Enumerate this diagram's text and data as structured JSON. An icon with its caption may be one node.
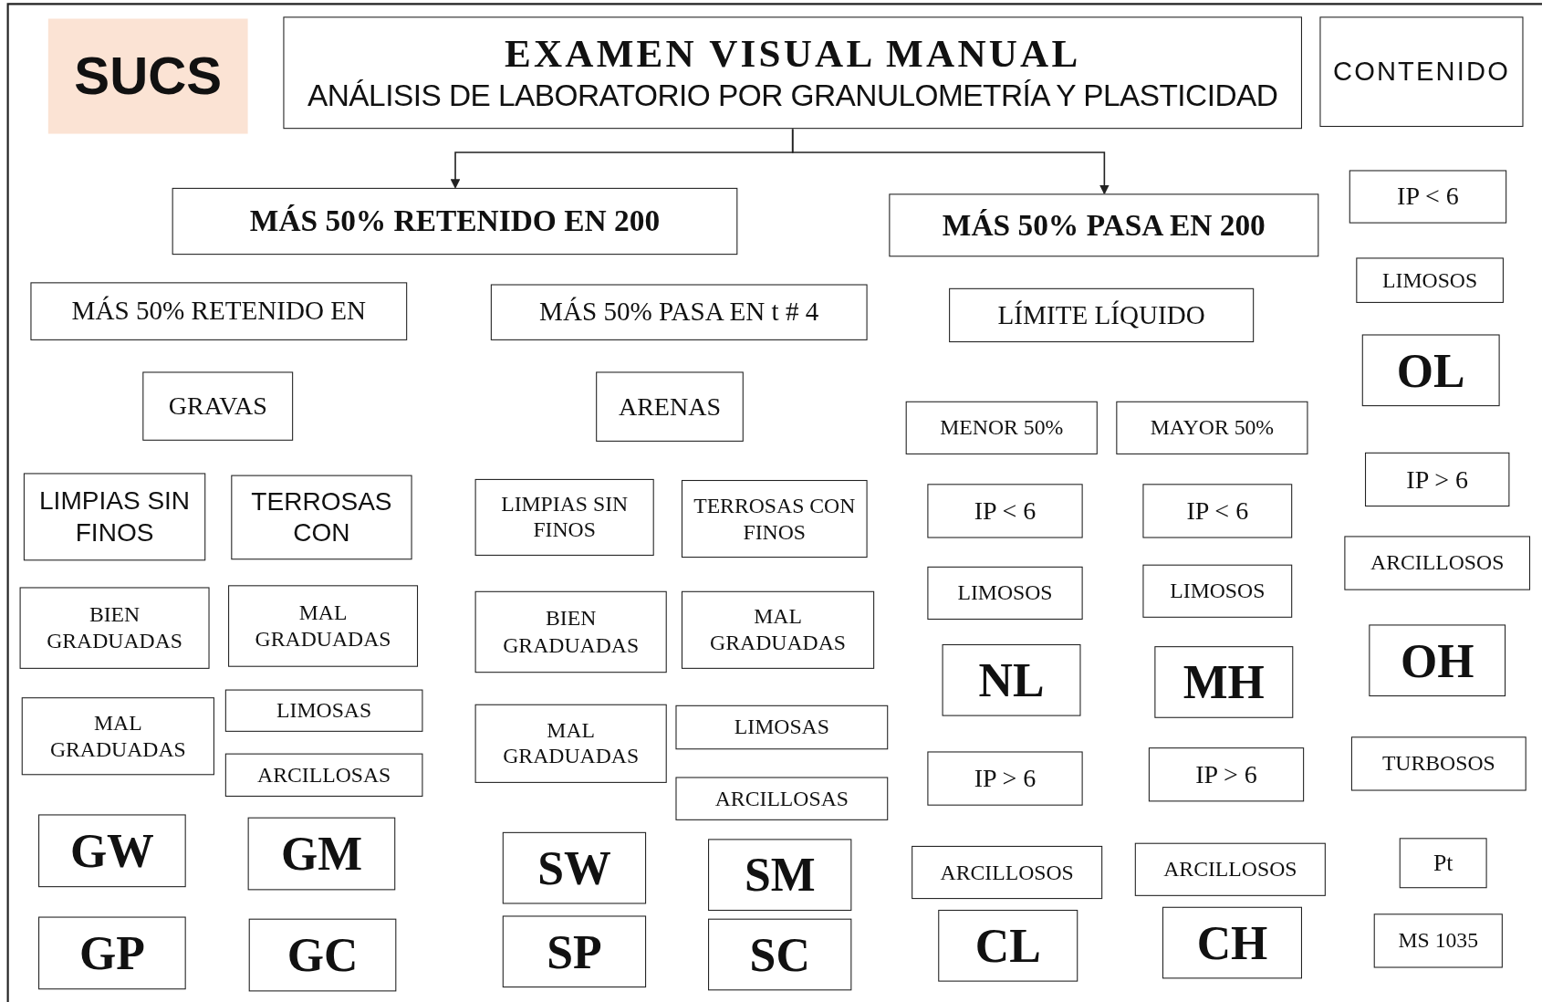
{
  "diagram": {
    "nodes": [
      {
        "text": [
          "SUCS"
        ]
      },
      {
        "text": [
          "EXAMEN VISUAL MANUAL",
          "ANÁLISIS DE LABORATORIO POR GRANULOMETRÍA Y PLASTICIDAD"
        ]
      },
      {
        "text": [
          "CONTENIDO"
        ]
      },
      {
        "text": [
          "MÁS 50% RETENIDO EN 200"
        ]
      },
      {
        "text": [
          "MÁS 50% PASA EN 200"
        ]
      },
      {
        "text": [
          "MÁS 50% RETENIDO EN"
        ]
      },
      {
        "text": [
          "GRAVAS"
        ]
      },
      {
        "text": [
          "LIMPIAS SIN FINOS"
        ]
      },
      {
        "text": [
          "TERROSAS CON"
        ]
      },
      {
        "text": [
          "BIEN GRADUADAS"
        ]
      },
      {
        "text": [
          "MAL GRADUADAS"
        ]
      },
      {
        "text": [
          "MAL GRADUADAS"
        ]
      },
      {
        "text": [
          "LIMOSAS"
        ]
      },
      {
        "text": [
          "ARCILLOSAS"
        ]
      },
      {
        "text": [
          "GW"
        ]
      },
      {
        "text": [
          "GM"
        ]
      },
      {
        "text": [
          "GP"
        ]
      },
      {
        "text": [
          "GC"
        ]
      },
      {
        "text": [
          "MÁS 50% PASA EN t # 4"
        ]
      },
      {
        "text": [
          "ARENAS"
        ]
      },
      {
        "text": [
          "LIMPIAS SIN FINOS"
        ]
      },
      {
        "text": [
          "TERROSAS CON FINOS"
        ]
      },
      {
        "text": [
          "BIEN GRADUADAS"
        ]
      },
      {
        "text": [
          "MAL GRADUADAS"
        ]
      },
      {
        "text": [
          "MAL GRADUADAS"
        ]
      },
      {
        "text": [
          "LIMOSAS"
        ]
      },
      {
        "text": [
          "ARCILLOSAS"
        ]
      },
      {
        "text": [
          "SW"
        ]
      },
      {
        "text": [
          "SM"
        ]
      },
      {
        "text": [
          "SP"
        ]
      },
      {
        "text": [
          "SC"
        ]
      },
      {
        "text": [
          "LÍMITE LÍQUIDO"
        ]
      },
      {
        "text": [
          "MENOR 50%"
        ]
      },
      {
        "text": [
          "MAYOR 50%"
        ]
      },
      {
        "text": [
          "IP < 6"
        ]
      },
      {
        "text": [
          "IP < 6"
        ]
      },
      {
        "text": [
          "LIMOSOS"
        ]
      },
      {
        "text": [
          "LIMOSOS"
        ]
      },
      {
        "text": [
          "NL"
        ]
      },
      {
        "text": [
          "MH"
        ]
      },
      {
        "text": [
          "IP > 6"
        ]
      },
      {
        "text": [
          "IP > 6"
        ]
      },
      {
        "text": [
          "ARCILLOSOS"
        ]
      },
      {
        "text": [
          "ARCILLOSOS"
        ]
      },
      {
        "text": [
          "CL"
        ]
      },
      {
        "text": [
          "CH"
        ]
      },
      {
        "text": [
          "IP < 6"
        ]
      },
      {
        "text": [
          "LIMOSOS"
        ]
      },
      {
        "text": [
          "OL"
        ]
      },
      {
        "text": [
          "IP > 6"
        ]
      },
      {
        "text": [
          "ARCILLOSOS"
        ]
      },
      {
        "text": [
          "OH"
        ]
      },
      {
        "text": [
          "TURBOSOS"
        ]
      },
      {
        "text": [
          "Pt"
        ]
      },
      {
        "text": [
          "MS 1035"
        ]
      }
    ],
    "edges": [
      {
        "from": 1,
        "to": 3,
        "arrow": "to"
      },
      {
        "from": 1,
        "to": 4,
        "arrow": "to"
      }
    ]
  }
}
